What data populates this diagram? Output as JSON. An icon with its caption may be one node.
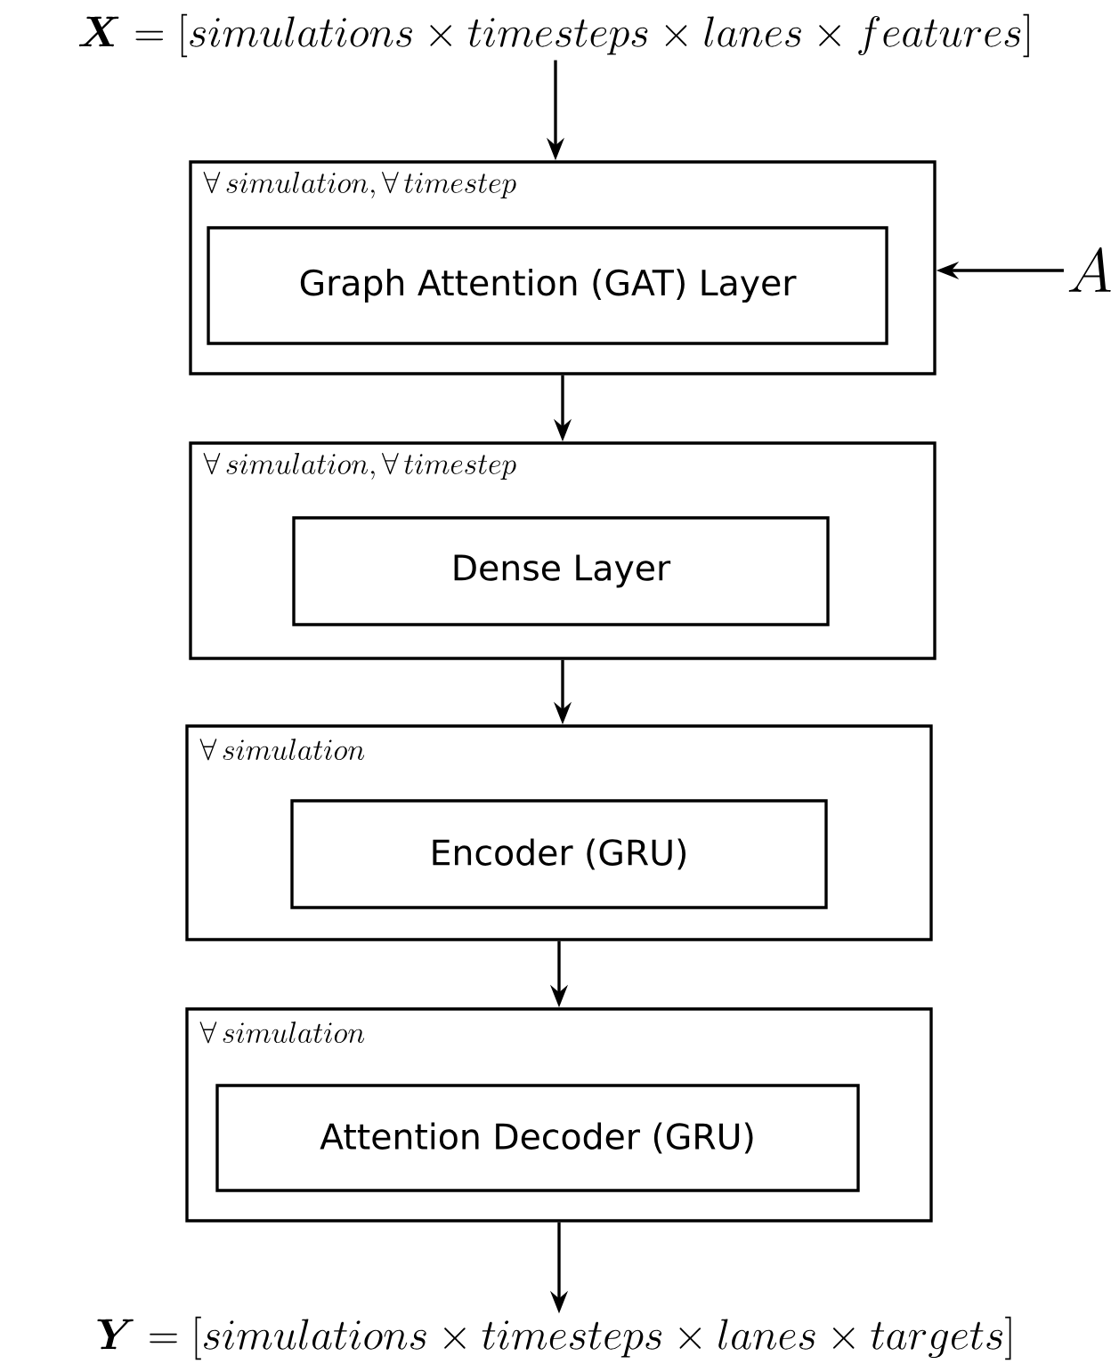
{
  "diagram": {
    "nodes": [
      {
        "text": [
          "\\boldsymbol{X} = [simulations \\times timesteps \\times lanes \\times features]"
        ]
      },
      {
        "text": [
          "\\forall\\, simulation, \\forall\\, timestep"
        ]
      },
      {
        "text": [
          "Graph Attention (GAT) Layer"
        ],
        "in": 1
      },
      {
        "text": [
          "\\forall\\, simulation, \\forall\\, timestep"
        ]
      },
      {
        "text": [
          "Dense Layer"
        ],
        "in": 3
      },
      {
        "text": [
          "\\forall\\, simulation"
        ]
      },
      {
        "text": [
          "Encoder (GRU)"
        ],
        "in": 5
      },
      {
        "text": [
          "\\forall\\, simulation"
        ]
      },
      {
        "text": [
          "Attention Decoder (GRU)"
        ],
        "in": 7
      },
      {
        "text": [
          "\\boldsymbol{Y} = [simulations \\times timesteps \\times lanes \\times targets]"
        ]
      },
      {
        "text": [
          "A"
        ]
      }
    ],
    "edges": [
      {
        "from": 0,
        "to": 1,
        "arrow": "to"
      },
      {
        "from": 1,
        "to": 3,
        "arrow": "to"
      },
      {
        "from": 3,
        "to": 5,
        "arrow": "to"
      },
      {
        "from": 5,
        "to": 7,
        "arrow": "to"
      },
      {
        "from": 7,
        "to": 9,
        "arrow": "to"
      },
      {
        "from": 10,
        "to": 1,
        "arrow": "to"
      }
    ]
  }
}
